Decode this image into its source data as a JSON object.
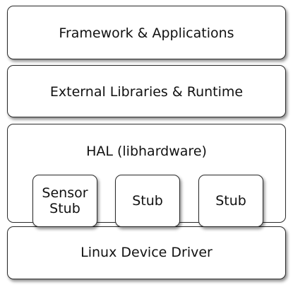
{
  "layers": {
    "framework": "Framework & Applications",
    "external": "External Libraries & Runtime",
    "hal": "HAL (libhardware)",
    "linux": "Linux Device Driver"
  },
  "stubs": [
    "Sensor\nStub",
    "Stub",
    "Stub"
  ]
}
